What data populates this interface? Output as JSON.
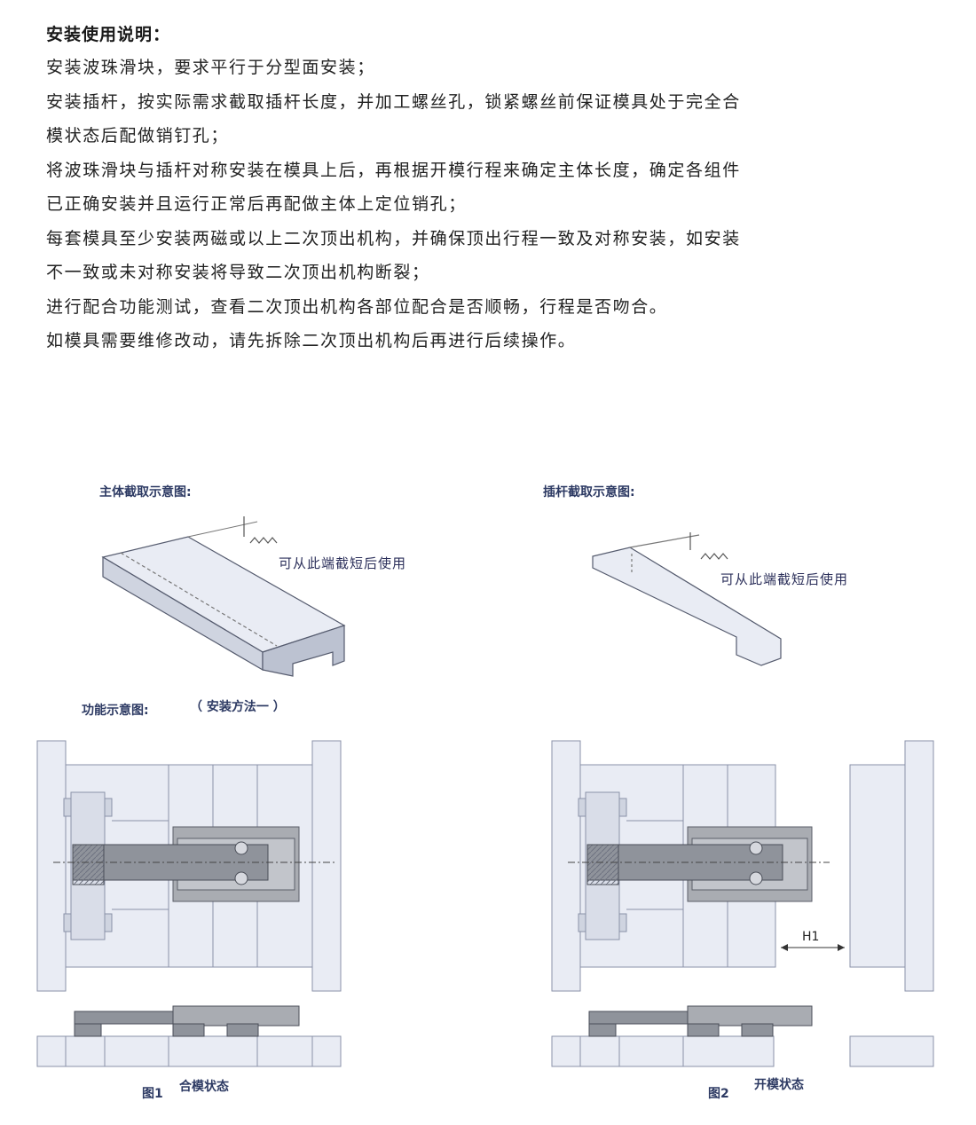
{
  "instructions": {
    "heading": "安装使用说明：",
    "lines": [
      "安装波珠滑块，要求平行于分型面安装；",
      "安装插杆，按实际需求截取插杆长度，并加工螺丝孔，锁紧螺丝前保证模具处于完全合",
      "模状态后配做销钉孔；",
      "将波珠滑块与插杆对称安装在模具上后，再根据开模行程来确定主体长度，确定各组件",
      "已正确安装并且运行正常后再配做主体上定位销孔；",
      "每套模具至少安装两磁或以上二次顶出机构，并确保顶出行程一致及对称安装，如安装",
      "不一致或未对称安装将导致二次顶出机构断裂；",
      "进行配合功能测试，查看二次顶出机构各部位配合是否顺畅，行程是否吻合。",
      "如模具需要维修改动，请先拆除二次顶出机构后再进行后续操作。"
    ]
  },
  "diagrams": {
    "main_body_title": "主体截取示意图:",
    "main_body_note": "可从此端截短后使用",
    "rod_title": "插杆截取示意图:",
    "rod_note": "可从此端截短后使用",
    "function_title": "功能示意图:",
    "function_method": "（ 安装方法一 ）",
    "fig1_number": "图1",
    "fig1_caption": "合模状态",
    "fig2_number": "图2",
    "fig2_caption": "开模状态",
    "dimension_label": "H1"
  },
  "colors": {
    "text": "#222222",
    "label_blue": "#2d3a63",
    "plate_fill": "#e9ecf4",
    "plate_stroke": "#8a92a8",
    "part_fill": "#a9acb2",
    "part_dark": "#7f828a"
  }
}
